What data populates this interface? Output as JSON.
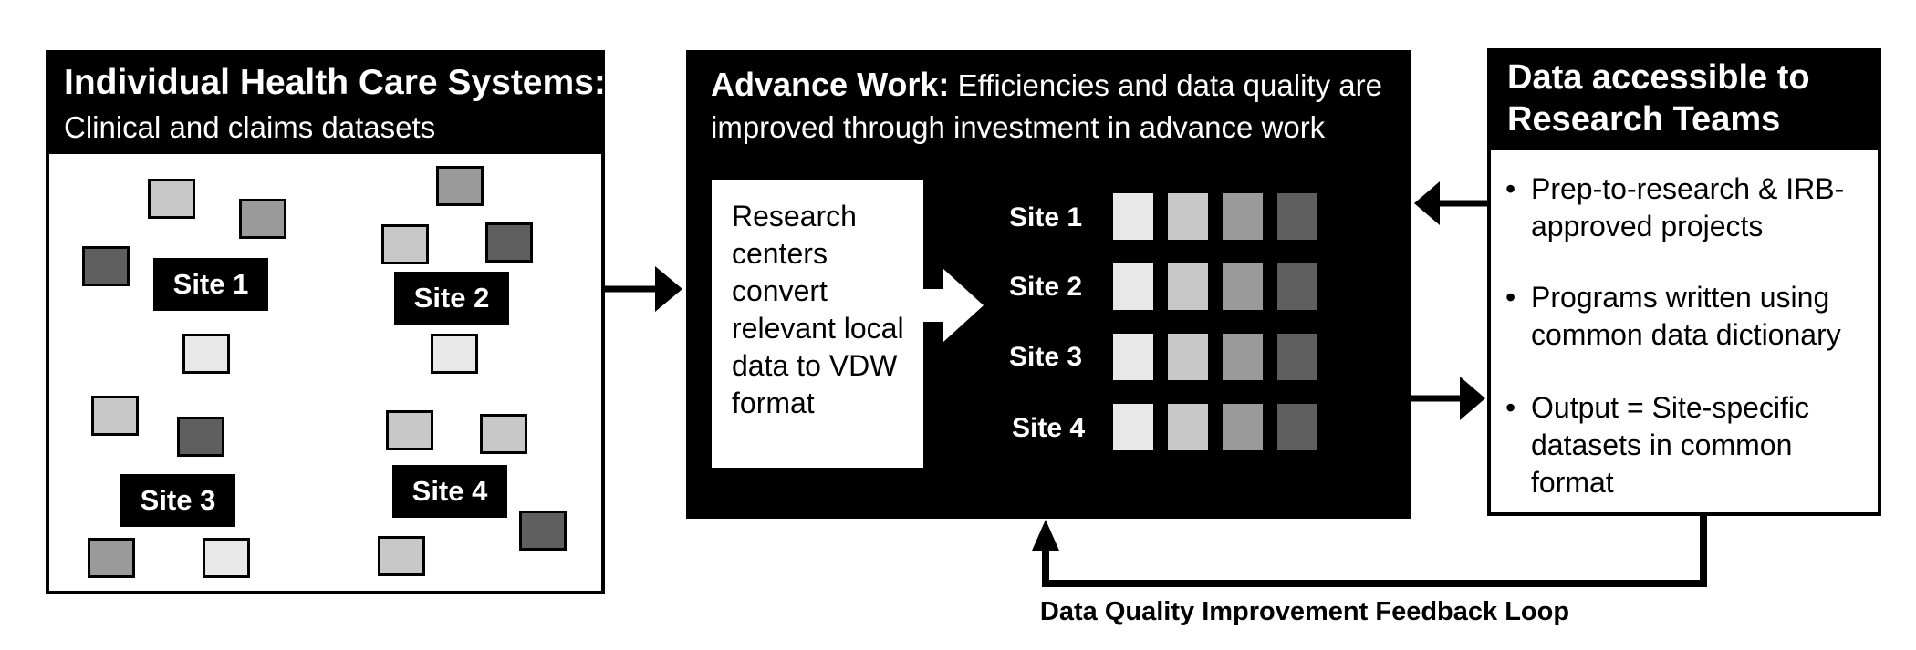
{
  "panel1": {
    "title": "Individual Health Care Systems:",
    "subtitle": "Clinical and claims datasets",
    "sites": [
      "Site 1",
      "Site 2",
      "Site 3",
      "Site 4"
    ]
  },
  "panel2": {
    "title_bold": "Advance Work:",
    "title_rest": "Efficiencies and data quality are",
    "title_line2": "improved through investment in advance work",
    "convert_box": {
      "lines": [
        "Research",
        "centers",
        "convert",
        "relevant local",
        "data to VDW",
        "format"
      ]
    },
    "grid_sites": [
      "Site 1",
      "Site 2",
      "Site 3",
      "Site 4"
    ]
  },
  "panel3": {
    "title_line1": "Data accessible to",
    "title_line2": "Research Teams",
    "bullet_symbol": "•",
    "bullets": [
      [
        "Prep-to-research & IRB-",
        "approved projects"
      ],
      [
        "Programs written using",
        "common data dictionary"
      ],
      [
        "Output = Site-specific",
        "datasets in common",
        "format"
      ]
    ]
  },
  "feedback_label": "Data Quality Improvement Feedback Loop",
  "colors": {
    "square_light": "#e8e8e8",
    "square_mid": "#c8c8c8",
    "square_dark": "#9a9a9a",
    "square_darkest": "#5f5f5f"
  }
}
